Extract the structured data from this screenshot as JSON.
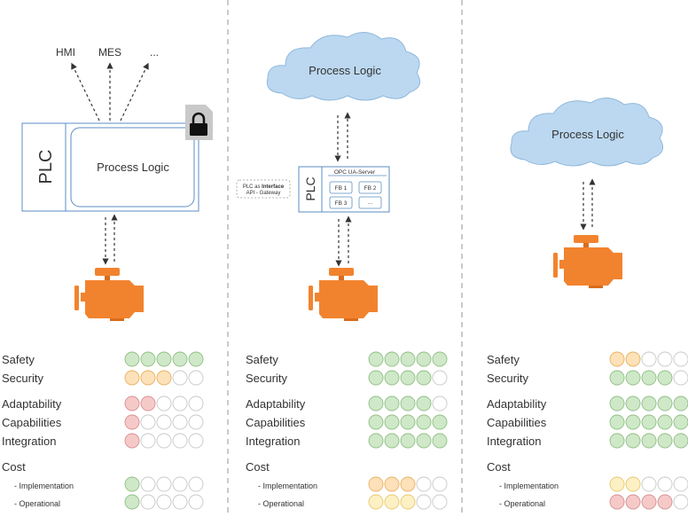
{
  "col1": {
    "targets": [
      "HMI",
      "MES",
      "..."
    ],
    "plc_label": "PLC",
    "process_logic": "Process Logic",
    "ratings": [
      {
        "label": "Safety",
        "filled": 5,
        "color": "green"
      },
      {
        "label": "Security",
        "filled": 3,
        "color": "orange"
      },
      {
        "label": "Adaptability",
        "filled": 2,
        "color": "red"
      },
      {
        "label": "Capabilities",
        "filled": 1,
        "color": "red"
      },
      {
        "label": "Integration",
        "filled": 1,
        "color": "red"
      },
      {
        "label": "Cost",
        "filled": null,
        "color": null
      },
      {
        "label": "- Implementation",
        "filled": 1,
        "color": "green"
      },
      {
        "label": "- Operational",
        "filled": 1,
        "color": "green"
      }
    ]
  },
  "col2": {
    "cloud_label": "Process Logic",
    "plc_label": "PLC",
    "opc_label": "OPC UA-Server",
    "fb_blocks": [
      "FB 1",
      "FB 2",
      "FB 3",
      "..."
    ],
    "interface_note_line1_prefix": "PLC as ",
    "interface_note_line1_bold": "Interface",
    "interface_note_line2": "API - Gateway",
    "ratings": [
      {
        "label": "Safety",
        "filled": 5,
        "color": "green"
      },
      {
        "label": "Security",
        "filled": 4,
        "color": "green"
      },
      {
        "label": "Adaptability",
        "filled": 4,
        "color": "green"
      },
      {
        "label": "Capabilities",
        "filled": 5,
        "color": "green"
      },
      {
        "label": "Integration",
        "filled": 5,
        "color": "green"
      },
      {
        "label": "Cost",
        "filled": null,
        "color": null
      },
      {
        "label": "- Implementation",
        "filled": 3,
        "color": "orange"
      },
      {
        "label": "- Operational",
        "filled": 3,
        "color": "yellow"
      }
    ]
  },
  "col3": {
    "cloud_label": "Process Logic",
    "ratings": [
      {
        "label": "Safety",
        "filled": 2,
        "color": "orange"
      },
      {
        "label": "Security",
        "filled": 4,
        "color": "green"
      },
      {
        "label": "Adaptability",
        "filled": 5,
        "color": "green"
      },
      {
        "label": "Capabilities",
        "filled": 5,
        "color": "green"
      },
      {
        "label": "Integration",
        "filled": 5,
        "color": "green"
      },
      {
        "label": "Cost",
        "filled": null,
        "color": null
      },
      {
        "label": "- Implementation",
        "filled": 2,
        "color": "yellow"
      },
      {
        "label": "- Operational",
        "filled": 4,
        "color": "red"
      }
    ]
  },
  "colors": {
    "green": "#cfe8c8",
    "green_stroke": "#8fbf84",
    "orange": "#fde1b8",
    "orange_stroke": "#e8b060",
    "yellow": "#fdf0c4",
    "yellow_stroke": "#e6c870",
    "red": "#f6c9c9",
    "red_stroke": "#d88f8f",
    "empty_stroke": "#c8c8c8",
    "cloud": "#bcd8f0",
    "cloud_stroke": "#8fb8dc",
    "motor": "#f2832e",
    "motor_dark": "#d96c1c",
    "plc_border": "#5b8ec4",
    "divider": "#b8b8b8",
    "lock_bg": "#c9c9c9"
  }
}
